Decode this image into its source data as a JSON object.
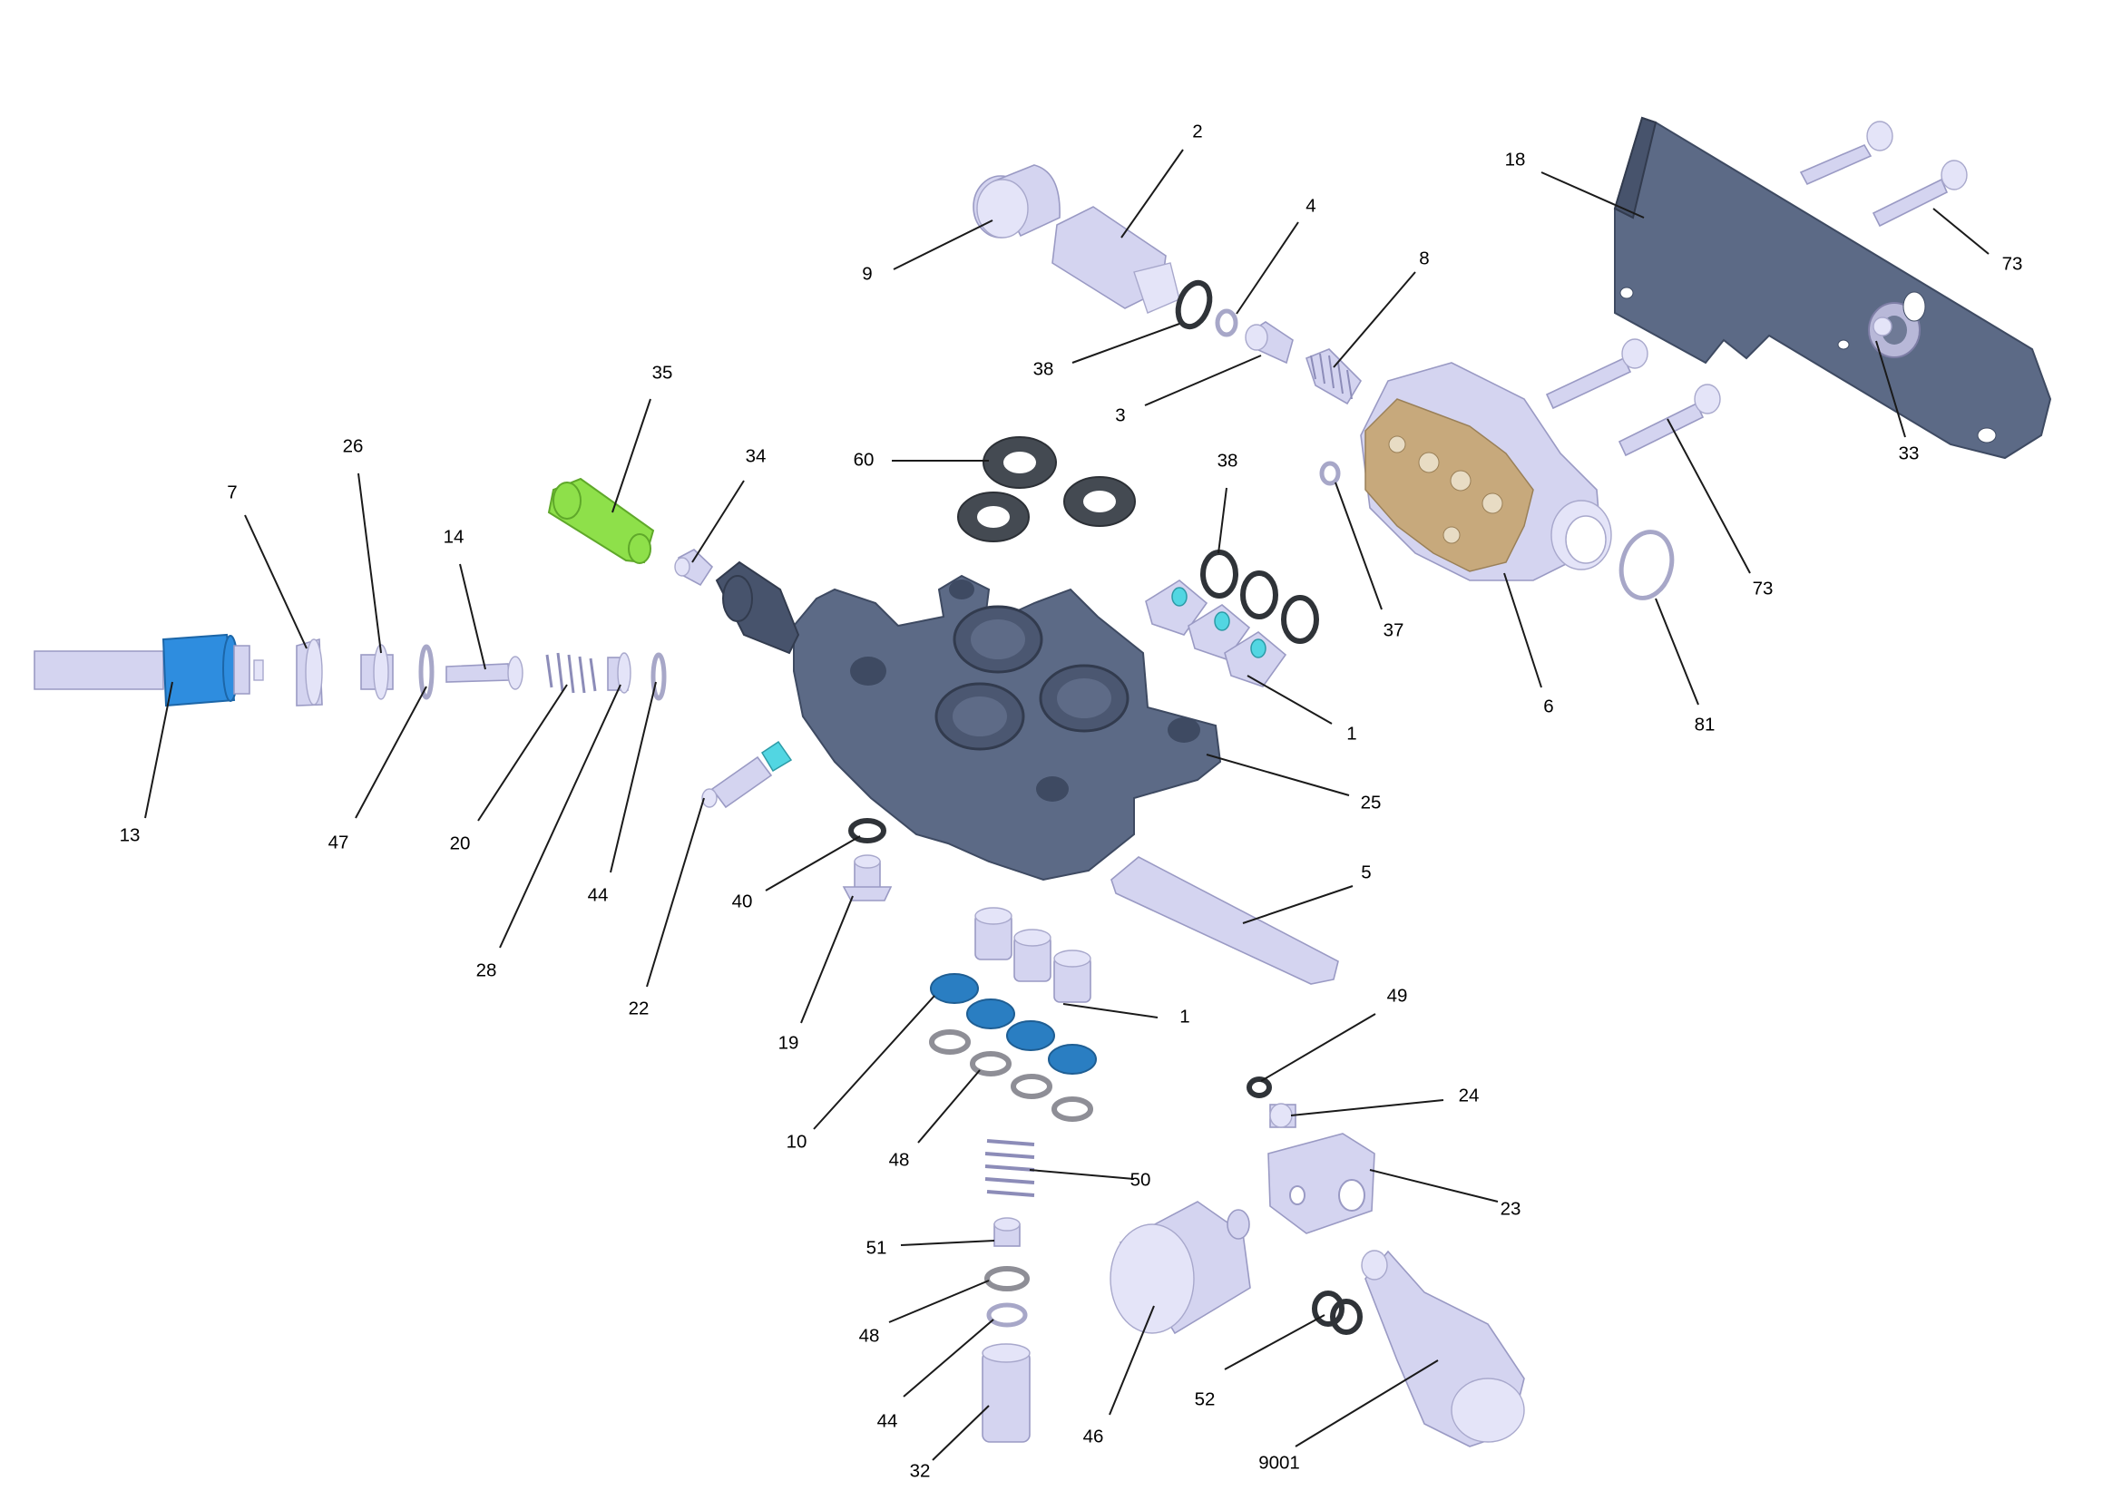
{
  "diagram": {
    "labels": [
      {
        "id": "p2",
        "text": "2"
      },
      {
        "id": "p4",
        "text": "4"
      },
      {
        "id": "p8",
        "text": "8"
      },
      {
        "id": "p9",
        "text": "9"
      },
      {
        "id": "p18",
        "text": "18"
      },
      {
        "id": "p73a",
        "text": "73"
      },
      {
        "id": "p38a",
        "text": "38"
      },
      {
        "id": "p3",
        "text": "3"
      },
      {
        "id": "p35",
        "text": "35"
      },
      {
        "id": "p60",
        "text": "60"
      },
      {
        "id": "p34",
        "text": "34"
      },
      {
        "id": "p38b",
        "text": "38"
      },
      {
        "id": "p33",
        "text": "33"
      },
      {
        "id": "p26",
        "text": "26"
      },
      {
        "id": "p7",
        "text": "7"
      },
      {
        "id": "p14",
        "text": "14"
      },
      {
        "id": "p73b",
        "text": "73"
      },
      {
        "id": "p37",
        "text": "37"
      },
      {
        "id": "p6",
        "text": "6"
      },
      {
        "id": "p81",
        "text": "81"
      },
      {
        "id": "p1a",
        "text": "1"
      },
      {
        "id": "p25",
        "text": "25"
      },
      {
        "id": "p13",
        "text": "13"
      },
      {
        "id": "p47",
        "text": "47"
      },
      {
        "id": "p20",
        "text": "20"
      },
      {
        "id": "p5",
        "text": "5"
      },
      {
        "id": "p44a",
        "text": "44"
      },
      {
        "id": "p40",
        "text": "40"
      },
      {
        "id": "p28",
        "text": "28"
      },
      {
        "id": "p22",
        "text": "22"
      },
      {
        "id": "p1b",
        "text": "1"
      },
      {
        "id": "p49",
        "text": "49"
      },
      {
        "id": "p19",
        "text": "19"
      },
      {
        "id": "p24",
        "text": "24"
      },
      {
        "id": "p10",
        "text": "10"
      },
      {
        "id": "p48a",
        "text": "48"
      },
      {
        "id": "p50",
        "text": "50"
      },
      {
        "id": "p23",
        "text": "23"
      },
      {
        "id": "p51",
        "text": "51"
      },
      {
        "id": "p48b",
        "text": "48"
      },
      {
        "id": "p44b",
        "text": "44"
      },
      {
        "id": "p52",
        "text": "52"
      },
      {
        "id": "p46",
        "text": "46"
      },
      {
        "id": "p9001",
        "text": "9001"
      },
      {
        "id": "p32",
        "text": "32"
      }
    ],
    "colors": {
      "housing": "#5c6a86",
      "part_body": "#d4d4f0",
      "seal_black": "#2f3338",
      "valve_blue": "#2a7ec2",
      "connector_blue": "#2e8ddf",
      "connector_green": "#8ee04a",
      "gasket_tan": "#c7a97c"
    }
  }
}
